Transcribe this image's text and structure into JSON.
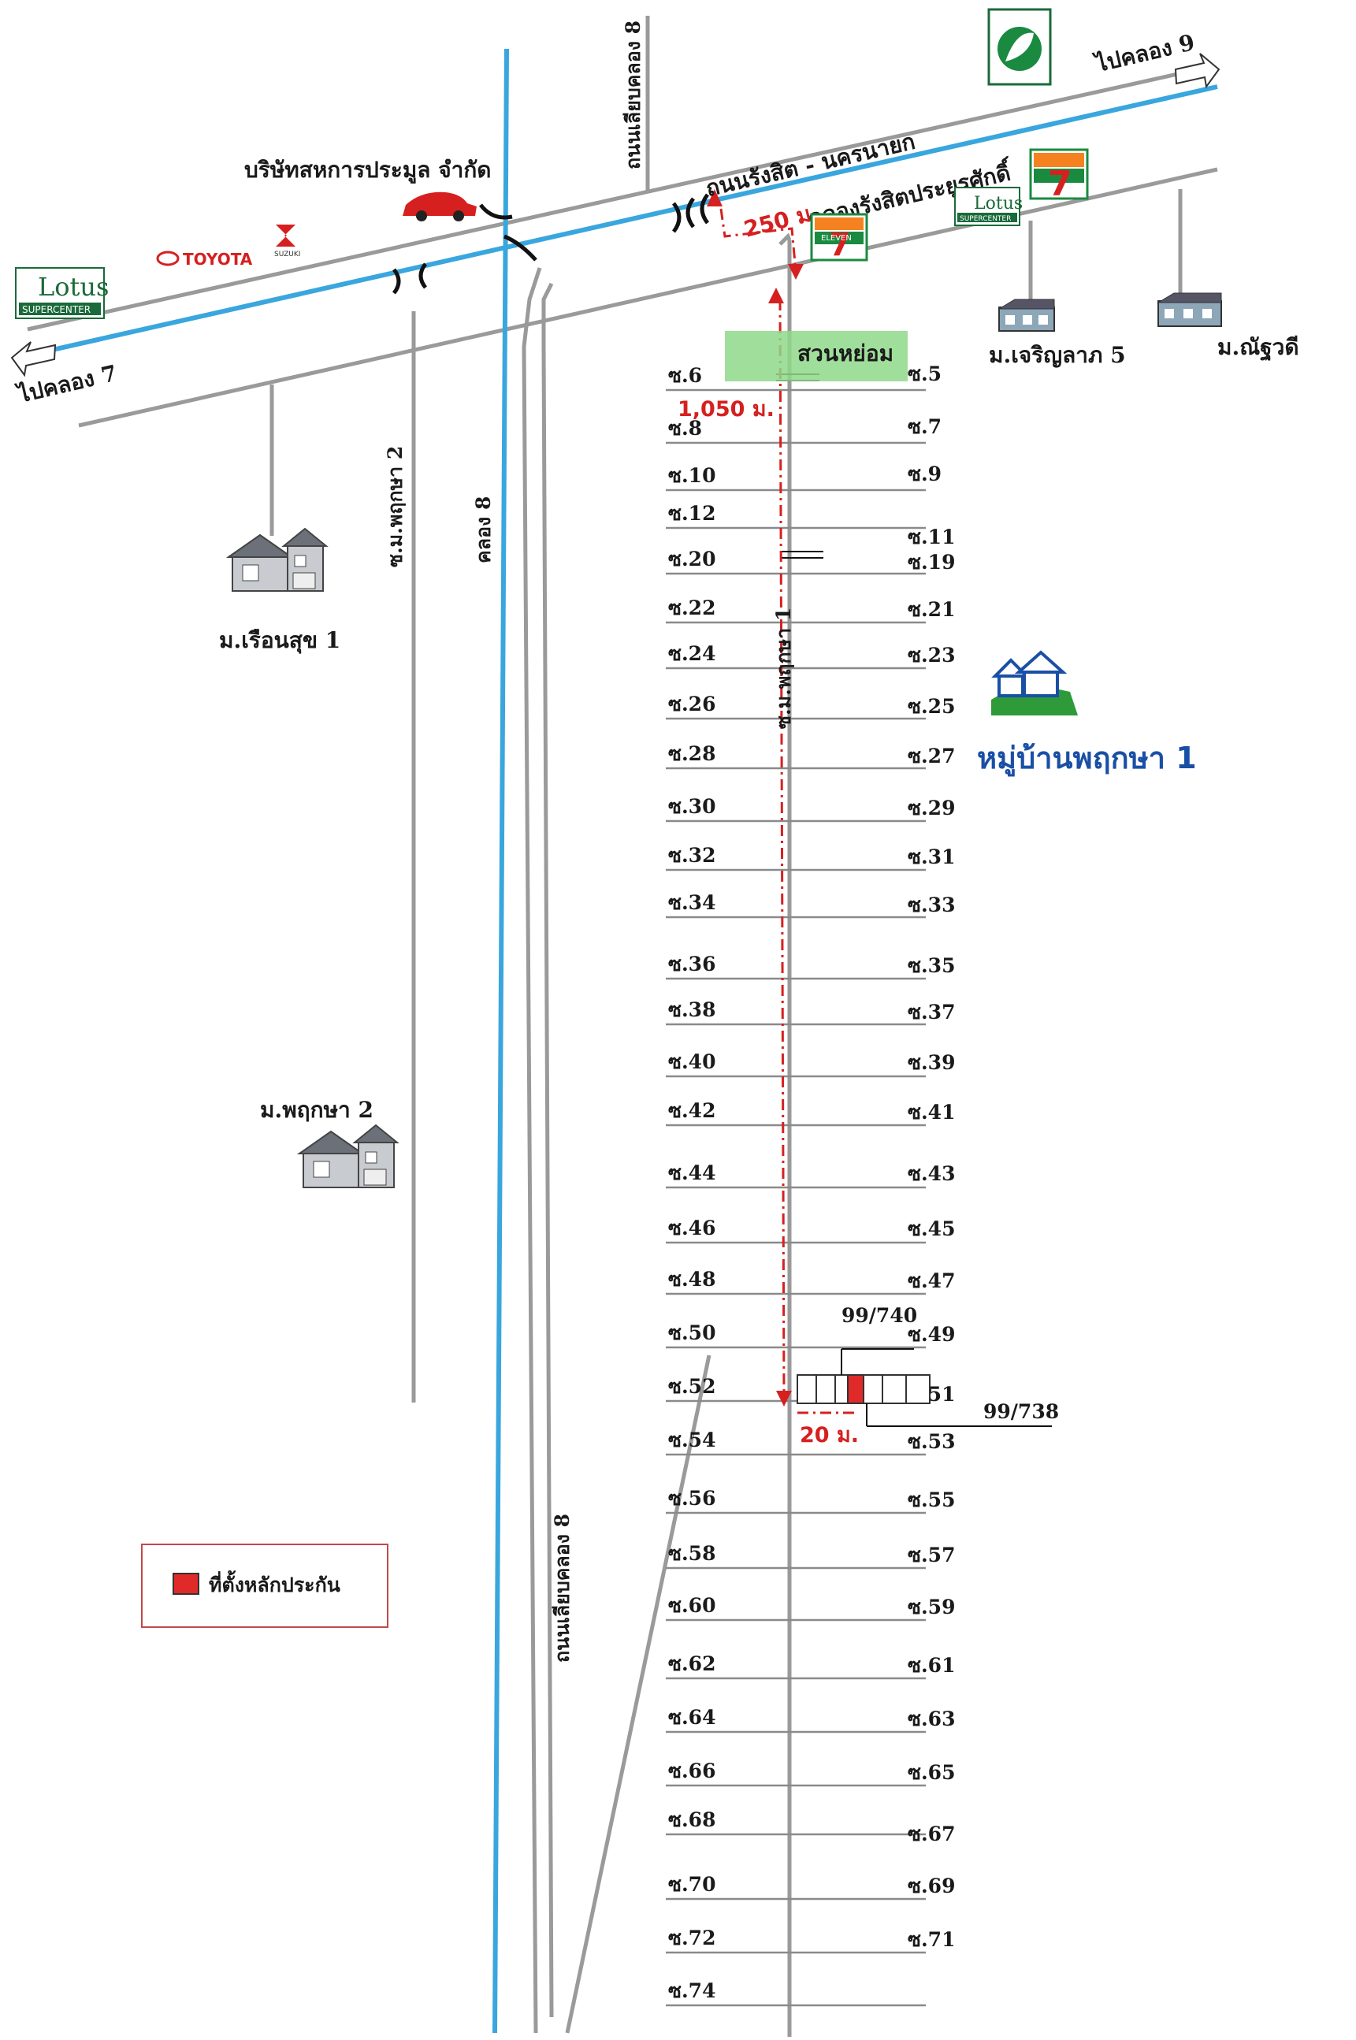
{
  "labels": {
    "to_klong9": "ไปคลอง 9",
    "to_klong7": "ไปคลอง 7",
    "road_rangsit": "ถนนรังสิต - นครนายก",
    "canal_rangsit": "คลองรังสิตประยูรศักดิ์",
    "company": "บริษัทสหการประมูล จำกัด",
    "road_klong8_top": "ถนนเลียบคลอง 8",
    "road_klong8_bottom": "ถนนเลียบคลอง 8",
    "canal8": "คลอง 8",
    "soi_pruksa2": "ซ.ม.พฤกษา 2",
    "soi_pruksa1": "ซ.ม.พฤกษา 1",
    "park": "สวนหย่อม",
    "village_charoen": "ม.เจริญลาภ 5",
    "village_nattawadee": "ม.ณัฐวดี",
    "village_ruensuk": "ม.เรือนสุข 1",
    "village_pruksa2": "ม.พฤกษา 2",
    "village_pruksa1": "หมู่บ้านพฤกษา 1",
    "dist_250": "250 ม.",
    "dist_1050": "1,050 ม.",
    "dist_20": "20 ม.",
    "house_740": "99/740",
    "house_738": "99/738",
    "legend": "ที่ตั้งหลักประกัน"
  },
  "brands": {
    "toyota": "TOYOTA",
    "suzuki": "SUZUKI",
    "lotus": "Lotus",
    "lotus_sub": "SUPERCENTER",
    "seven_eleven": "ELEVEN"
  },
  "soi_left": [
    "ซ.6",
    "ซ.8",
    "ซ.10",
    "ซ.12",
    "ซ.20",
    "ซ.22",
    "ซ.24",
    "ซ.26",
    "ซ.28",
    "ซ.30",
    "ซ.32",
    "ซ.34",
    "ซ.36",
    "ซ.38",
    "ซ.40",
    "ซ.42",
    "ซ.44",
    "ซ.46",
    "ซ.48",
    "ซ.50",
    "ซ.52",
    "ซ.54",
    "ซ.56",
    "ซ.58",
    "ซ.60",
    "ซ.62",
    "ซ.64",
    "ซ.66",
    "ซ.68",
    "ซ.70",
    "ซ.72",
    "ซ.74"
  ],
  "soi_right": [
    "ซ.5",
    "ซ.7",
    "ซ.9",
    "ซ.11",
    "ซ.19",
    "ซ.21",
    "ซ.23",
    "ซ.25",
    "ซ.27",
    "ซ.29",
    "ซ.31",
    "ซ.33",
    "ซ.35",
    "ซ.37",
    "ซ.39",
    "ซ.41",
    "ซ.43",
    "ซ.45",
    "ซ.47",
    "ซ.49",
    "ซ.51",
    "ซ.53",
    "ซ.55",
    "ซ.57",
    "ซ.59",
    "ซ.61",
    "ซ.63",
    "ซ.65",
    "ซ.67",
    "ซ.69",
    "ซ.71"
  ],
  "colors": {
    "road": "#9a9a9a",
    "canal": "#3aa6de",
    "accent_red": "#d62020",
    "collateral": "#e02a2a",
    "village_blue": "#1a4fa6",
    "park_green": "#8fd88a"
  }
}
